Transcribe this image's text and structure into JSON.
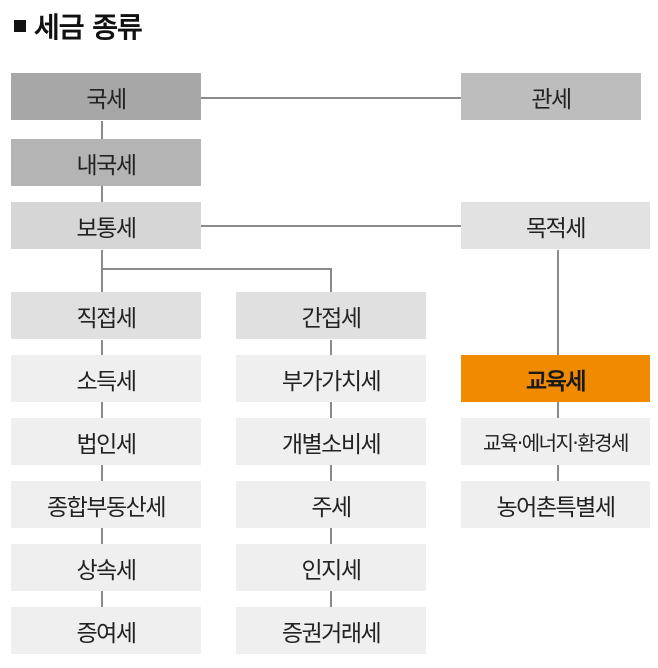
{
  "title": "세금 종류",
  "colors": {
    "dark": "#a7a7a7",
    "mid": "#b4b4b4",
    "light": "#d6d6d6",
    "lighter": "#e2e2e2",
    "leaf": "#efefef",
    "accent": "#f08a00",
    "line": "#8a8a8a"
  },
  "nodes": {
    "national": "국세",
    "customs": "관세",
    "internal": "내국세",
    "ordinary": "보통세",
    "purpose": "목적세",
    "direct": "직접세",
    "indirect": "간접세",
    "education": "교육세"
  },
  "direct_taxes": [
    "소득세",
    "법인세",
    "종합부동산세",
    "상속세",
    "증여세"
  ],
  "indirect_taxes": [
    "부가가치세",
    "개별소비세",
    "주세",
    "인지세",
    "증권거래세"
  ],
  "purpose_taxes": [
    "교육·에너지·환경세",
    "농어촌특별세"
  ]
}
